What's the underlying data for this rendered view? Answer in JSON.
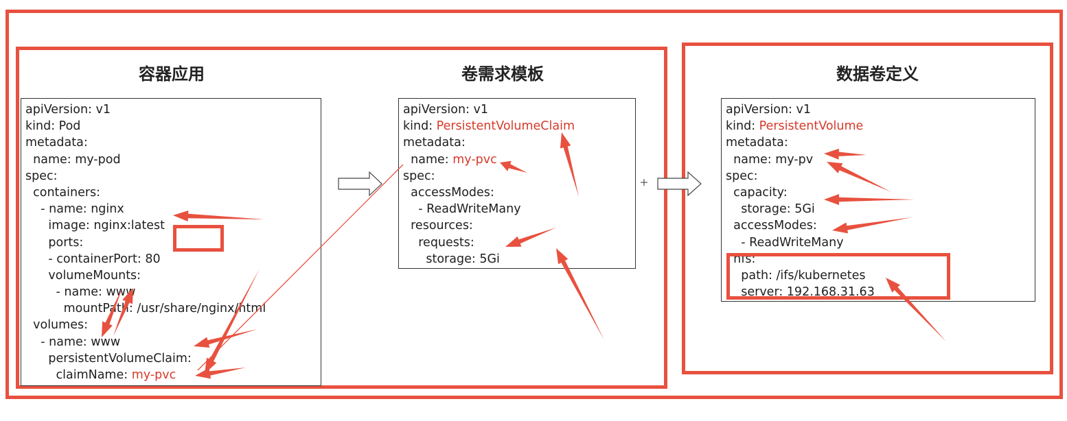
{
  "panels": [
    {
      "title": "容器应用",
      "lines": [
        {
          "t": "apiVersion: v1"
        },
        {
          "t": "kind: Pod"
        },
        {
          "t": "metadata:"
        },
        {
          "t": "  name: my-pod"
        },
        {
          "t": "spec:"
        },
        {
          "t": "  containers:"
        },
        {
          "t": "    - name: nginx"
        },
        {
          "t": "      image: nginx:latest"
        },
        {
          "t": "      ports:"
        },
        {
          "t": "      - containerPort: 80"
        },
        {
          "t": "      volumeMounts:"
        },
        {
          "t": "        - name: www"
        },
        {
          "t": "          mountPath: /usr/share/nginx/html"
        },
        {
          "t": "  volumes:"
        },
        {
          "t": "    - name: www"
        },
        {
          "t": "      persistentVolumeClaim:"
        },
        {
          "t": "        claimName: ",
          "h": "my-pvc"
        }
      ]
    },
    {
      "title": "卷需求模板",
      "lines": [
        {
          "t": "apiVersion: v1"
        },
        {
          "t": "kind: ",
          "h": "PersistentVolumeClaim"
        },
        {
          "t": "metadata:"
        },
        {
          "t": "  name: ",
          "h": "my-pvc"
        },
        {
          "t": "spec:"
        },
        {
          "t": "  accessModes:"
        },
        {
          "t": "    - ReadWriteMany"
        },
        {
          "t": "  resources:"
        },
        {
          "t": "    requests:"
        },
        {
          "t": "      storage: 5Gi"
        }
      ]
    },
    {
      "title": "数据卷定义",
      "lines": [
        {
          "t": "apiVersion: v1"
        },
        {
          "t": "kind: ",
          "h": "PersistentVolume"
        },
        {
          "t": "metadata:"
        },
        {
          "t": "  name: my-pv"
        },
        {
          "t": "spec:"
        },
        {
          "t": "  capacity:"
        },
        {
          "t": "    storage: 5Gi"
        },
        {
          "t": "  accessModes:"
        },
        {
          "t": "    - ReadWriteMany"
        },
        {
          "t": "  nfs:"
        },
        {
          "t": "    path: /ifs/kubernetes"
        },
        {
          "t": "    server: 192.168.31.63"
        }
      ]
    }
  ],
  "colors": {
    "annotation": "#e8513f",
    "highlight": "#d63a2a"
  }
}
